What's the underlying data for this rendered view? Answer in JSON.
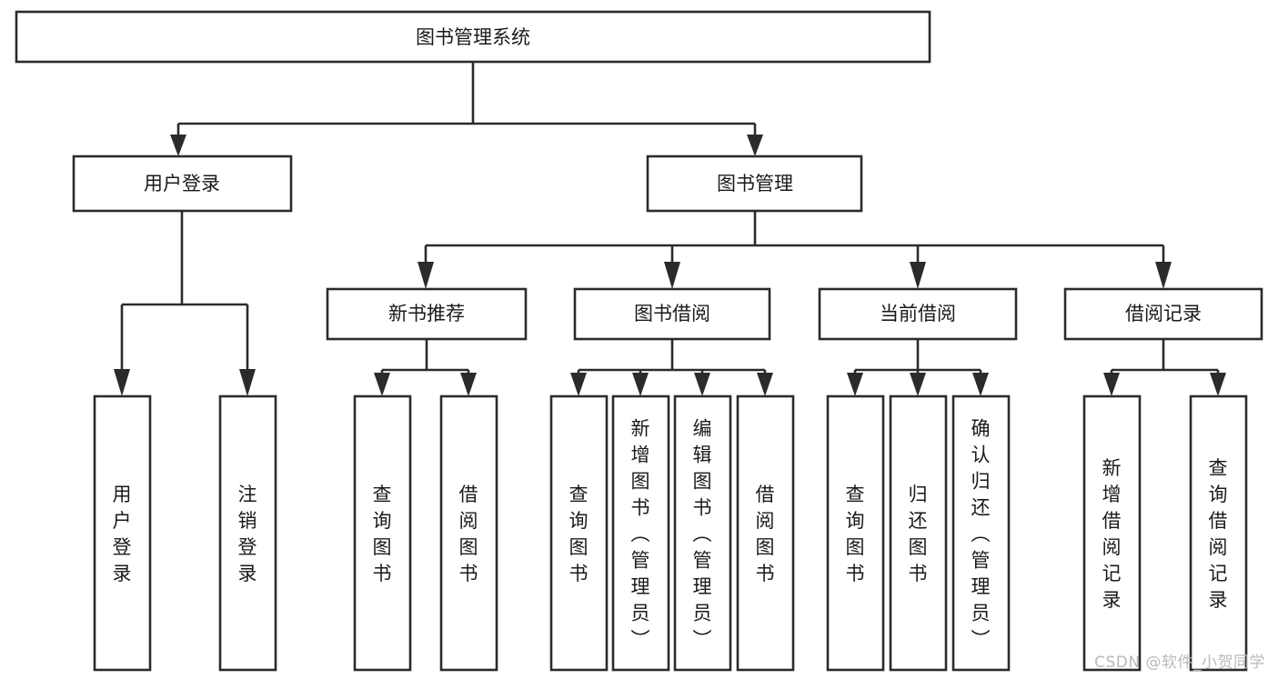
{
  "diagram": {
    "type": "tree",
    "orientation": "top-down",
    "title": "图书管理系统",
    "colors": {
      "stroke": "#2b2b2b",
      "fill": "#ffffff",
      "text": "#1a1a1a",
      "watermark": "#b9b9b9",
      "background": "#ffffff"
    },
    "nodes": {
      "root": {
        "label": "图书管理系统",
        "orient": "horizontal"
      },
      "level1": [
        {
          "id": "user-login",
          "label": "用户登录",
          "orient": "horizontal"
        },
        {
          "id": "book-manage",
          "label": "图书管理",
          "orient": "horizontal"
        }
      ],
      "level2": [
        {
          "id": "new-book-recommend",
          "label": "新书推荐",
          "orient": "horizontal",
          "parent": "book-manage"
        },
        {
          "id": "book-borrow",
          "label": "图书借阅",
          "orient": "horizontal",
          "parent": "book-manage"
        },
        {
          "id": "current-borrow",
          "label": "当前借阅",
          "orient": "horizontal",
          "parent": "book-manage"
        },
        {
          "id": "borrow-record",
          "label": "借阅记录",
          "orient": "horizontal",
          "parent": "book-manage"
        }
      ],
      "leaves": [
        {
          "id": "leaf-user-login",
          "label": "用户登录",
          "orient": "vertical",
          "parent": "user-login"
        },
        {
          "id": "leaf-user-logout",
          "label": "注销登录",
          "orient": "vertical",
          "parent": "user-login"
        },
        {
          "id": "leaf-query-book-1",
          "label": "查询图书",
          "orient": "vertical",
          "parent": "new-book-recommend"
        },
        {
          "id": "leaf-borrow-book-1",
          "label": "借阅图书",
          "orient": "vertical",
          "parent": "new-book-recommend"
        },
        {
          "id": "leaf-query-book-2",
          "label": "查询图书",
          "orient": "vertical",
          "parent": "book-borrow"
        },
        {
          "id": "leaf-add-book",
          "label": "新增图书（管理员）",
          "orient": "vertical",
          "parent": "book-borrow"
        },
        {
          "id": "leaf-edit-book",
          "label": "编辑图书（管理员）",
          "orient": "vertical",
          "parent": "book-borrow"
        },
        {
          "id": "leaf-borrow-book-2",
          "label": "借阅图书",
          "orient": "vertical",
          "parent": "book-borrow"
        },
        {
          "id": "leaf-query-book-3",
          "label": "查询图书",
          "orient": "vertical",
          "parent": "current-borrow"
        },
        {
          "id": "leaf-return-book",
          "label": "归还图书",
          "orient": "vertical",
          "parent": "current-borrow"
        },
        {
          "id": "leaf-confirm-return",
          "label": "确认归还（管理员）",
          "orient": "vertical",
          "parent": "current-borrow"
        },
        {
          "id": "leaf-add-record",
          "label": "新增借阅记录",
          "orient": "vertical",
          "parent": "borrow-record"
        },
        {
          "id": "leaf-query-record",
          "label": "查询借阅记录",
          "orient": "vertical",
          "parent": "borrow-record"
        }
      ]
    }
  },
  "watermark": {
    "text": "CSDN @软件_小贺同学"
  }
}
